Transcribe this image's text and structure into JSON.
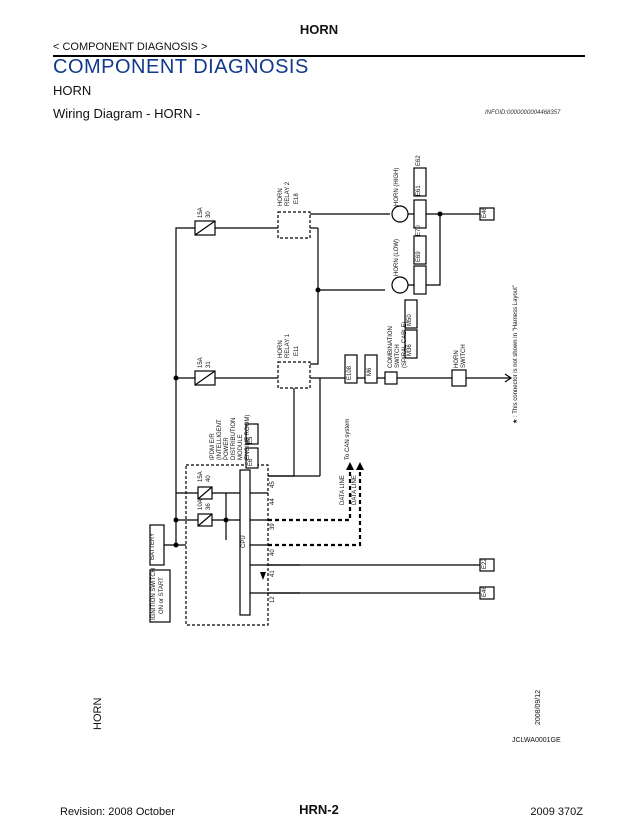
{
  "header": {
    "title": "HORN"
  },
  "breadcrumb": "< COMPONENT DIAGNOSIS >",
  "section_title": "COMPONENT DIAGNOSIS",
  "subsection": "HORN",
  "diagram_title": "Wiring Diagram - HORN -",
  "info_id": "INFOID:0000000004468357",
  "diagram": {
    "side_label": "HORN",
    "date": "2008/09/12",
    "code": "JCLWA0001GE",
    "note": "★ : This connector is not shown in \"Harness Layout\"",
    "ipdm": [
      "IPDM E/R",
      "(INTELLIGENT",
      "POWER",
      "DISTRIBUTION",
      "MODULE",
      "ENGINE ROOM)"
    ],
    "ipdm_conns": [
      "E5",
      "E6"
    ],
    "battery": "BATTERY",
    "ignition": [
      "IGNITION SWITCH",
      "ON or START"
    ],
    "cpu": "CPU",
    "fuse1": {
      "amp": "15A",
      "no": "40"
    },
    "fuse2": {
      "amp": "10A",
      "no": "36"
    },
    "fuse3": {
      "amp": "15A",
      "no": "30"
    },
    "fuse4": {
      "amp": "15A",
      "no": "31"
    },
    "relay1": [
      "HORN",
      "RELAY 1"
    ],
    "relay1_conn": "E11",
    "relay2": [
      "HORN",
      "RELAY 2"
    ],
    "relay2_conn": "E18",
    "horn_high": "HORN (HIGH)",
    "horn_high_conns": [
      "E61",
      "E62"
    ],
    "horn_low": "HORN (LOW)",
    "horn_low_conns": [
      "E69",
      "E70"
    ],
    "combo": [
      "COMBINATION",
      "SWITCH",
      "(SPIRAL CABLE)"
    ],
    "combo_conns": [
      "M36",
      "M50"
    ],
    "horn_switch": [
      "HORN",
      "SWITCH"
    ],
    "can": "To CAN system",
    "data_line1": "DATA LINE",
    "data_line2": "DATA LINE",
    "ground1": "E46",
    "ground2": "E22",
    "ground3": "E46",
    "jct1": "E108",
    "jct2": "M6",
    "pins": [
      "45",
      "44",
      "39",
      "40",
      "41",
      "12"
    ]
  },
  "footer": {
    "revision": "Revision: 2008 October",
    "page": "HRN-2",
    "model": "2009 370Z"
  }
}
